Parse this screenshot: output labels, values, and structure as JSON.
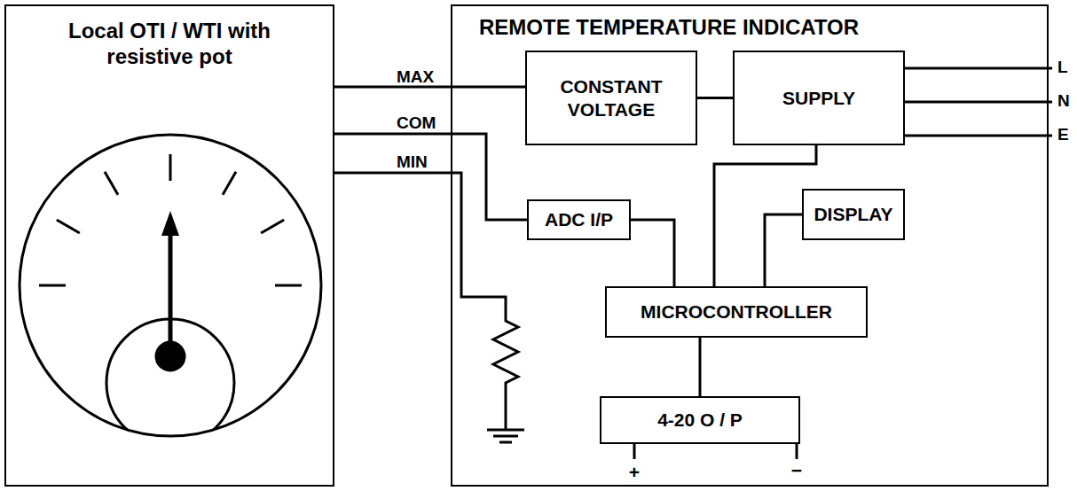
{
  "diagram": {
    "nodes": [
      {
        "text": [
          "Local OTI / WTI with resistive pot"
        ]
      },
      {
        "text": [
          "REMOTE TEMPERATURE INDICATOR"
        ]
      },
      {
        "text": [
          "CONSTANT VOLTAGE"
        ],
        "in": 1
      },
      {
        "text": [
          "SUPPLY"
        ],
        "in": 1
      },
      {
        "text": [
          "ADC I/P"
        ],
        "in": 1
      },
      {
        "text": [
          "DISPLAY"
        ],
        "in": 1
      },
      {
        "text": [
          "MICROCONTROLLER"
        ],
        "in": 1
      },
      {
        "text": [
          "4-20 O / P"
        ],
        "in": 1
      }
    ],
    "edges": [
      {
        "from": 0,
        "to": 2,
        "arrow": "none",
        "label": "MAX"
      },
      {
        "from": 0,
        "to": 4,
        "arrow": "none",
        "label": "COM"
      },
      {
        "from": 2,
        "to": 3,
        "arrow": "none"
      },
      {
        "from": 3,
        "to": 6,
        "arrow": "none"
      },
      {
        "from": 4,
        "to": 6,
        "arrow": "none"
      },
      {
        "from": 5,
        "to": 6,
        "arrow": "none"
      },
      {
        "from": 6,
        "to": 7,
        "arrow": "none"
      }
    ],
    "labels": [
      "MIN",
      "L",
      "N",
      "E",
      "+",
      "−"
    ]
  }
}
